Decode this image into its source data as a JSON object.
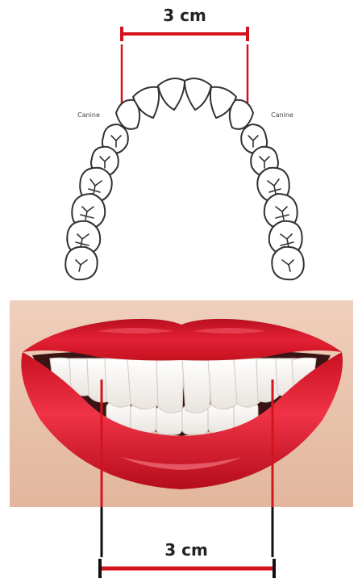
{
  "top_diagram": {
    "measure_label": "3 cm",
    "left_tooth_label": "Canine",
    "right_tooth_label": "Canine"
  },
  "photo": {
    "measure_label": "3 cm"
  },
  "colors": {
    "measure_line": "#d4141c",
    "lip_red": "#d81a2a",
    "tooth_outline": "#333333",
    "skin": "#e8c3ad"
  },
  "icons": [
    "dental-arch-diagram",
    "smiling-mouth-photo"
  ]
}
